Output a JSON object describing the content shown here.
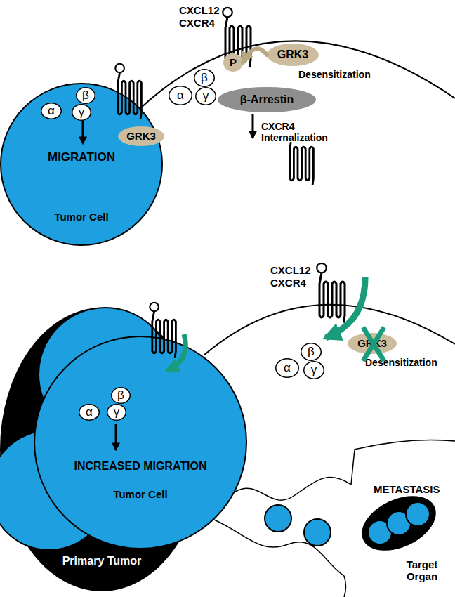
{
  "diagram": {
    "nodes": [
      {
        "text": [
          "MIGRATION",
          "Tumor Cell"
        ]
      },
      {
        "text": [
          "α"
        ],
        "in": 0
      },
      {
        "text": [
          "β"
        ],
        "in": 0
      },
      {
        "text": [
          "γ"
        ],
        "in": 0
      },
      {
        "text": [
          "GRK3"
        ],
        "in": 0
      },
      {
        "text": [
          "P"
        ]
      },
      {
        "text": [
          "GRK3"
        ]
      },
      {
        "text": [
          "β-Arrestin"
        ]
      },
      {
        "text": [
          "α"
        ]
      },
      {
        "text": [
          "β"
        ]
      },
      {
        "text": [
          "γ"
        ]
      },
      {
        "text": [
          "Primary Tumor"
        ]
      },
      {
        "text": [
          "INCREASED MIGRATION",
          "Tumor Cell"
        ],
        "in": 11
      },
      {
        "text": [
          "α"
        ],
        "in": 12
      },
      {
        "text": [
          "β"
        ],
        "in": 12
      },
      {
        "text": [
          "γ"
        ],
        "in": 12
      },
      {
        "text": [
          "α"
        ]
      },
      {
        "text": [
          "β"
        ]
      },
      {
        "text": [
          "γ"
        ]
      },
      {
        "text": [
          "GRK3"
        ]
      },
      {
        "text": [
          "Target Organ"
        ]
      }
    ],
    "edges": [
      {
        "from": 6,
        "to": 5,
        "arrow": "to"
      }
    ],
    "labels": [
      "CXCL12",
      "CXCR4",
      "Desensitization",
      "CXCR4 Internalization",
      "CXCL12",
      "CXCR4",
      "Desensitization",
      "METASTASIS"
    ]
  }
}
